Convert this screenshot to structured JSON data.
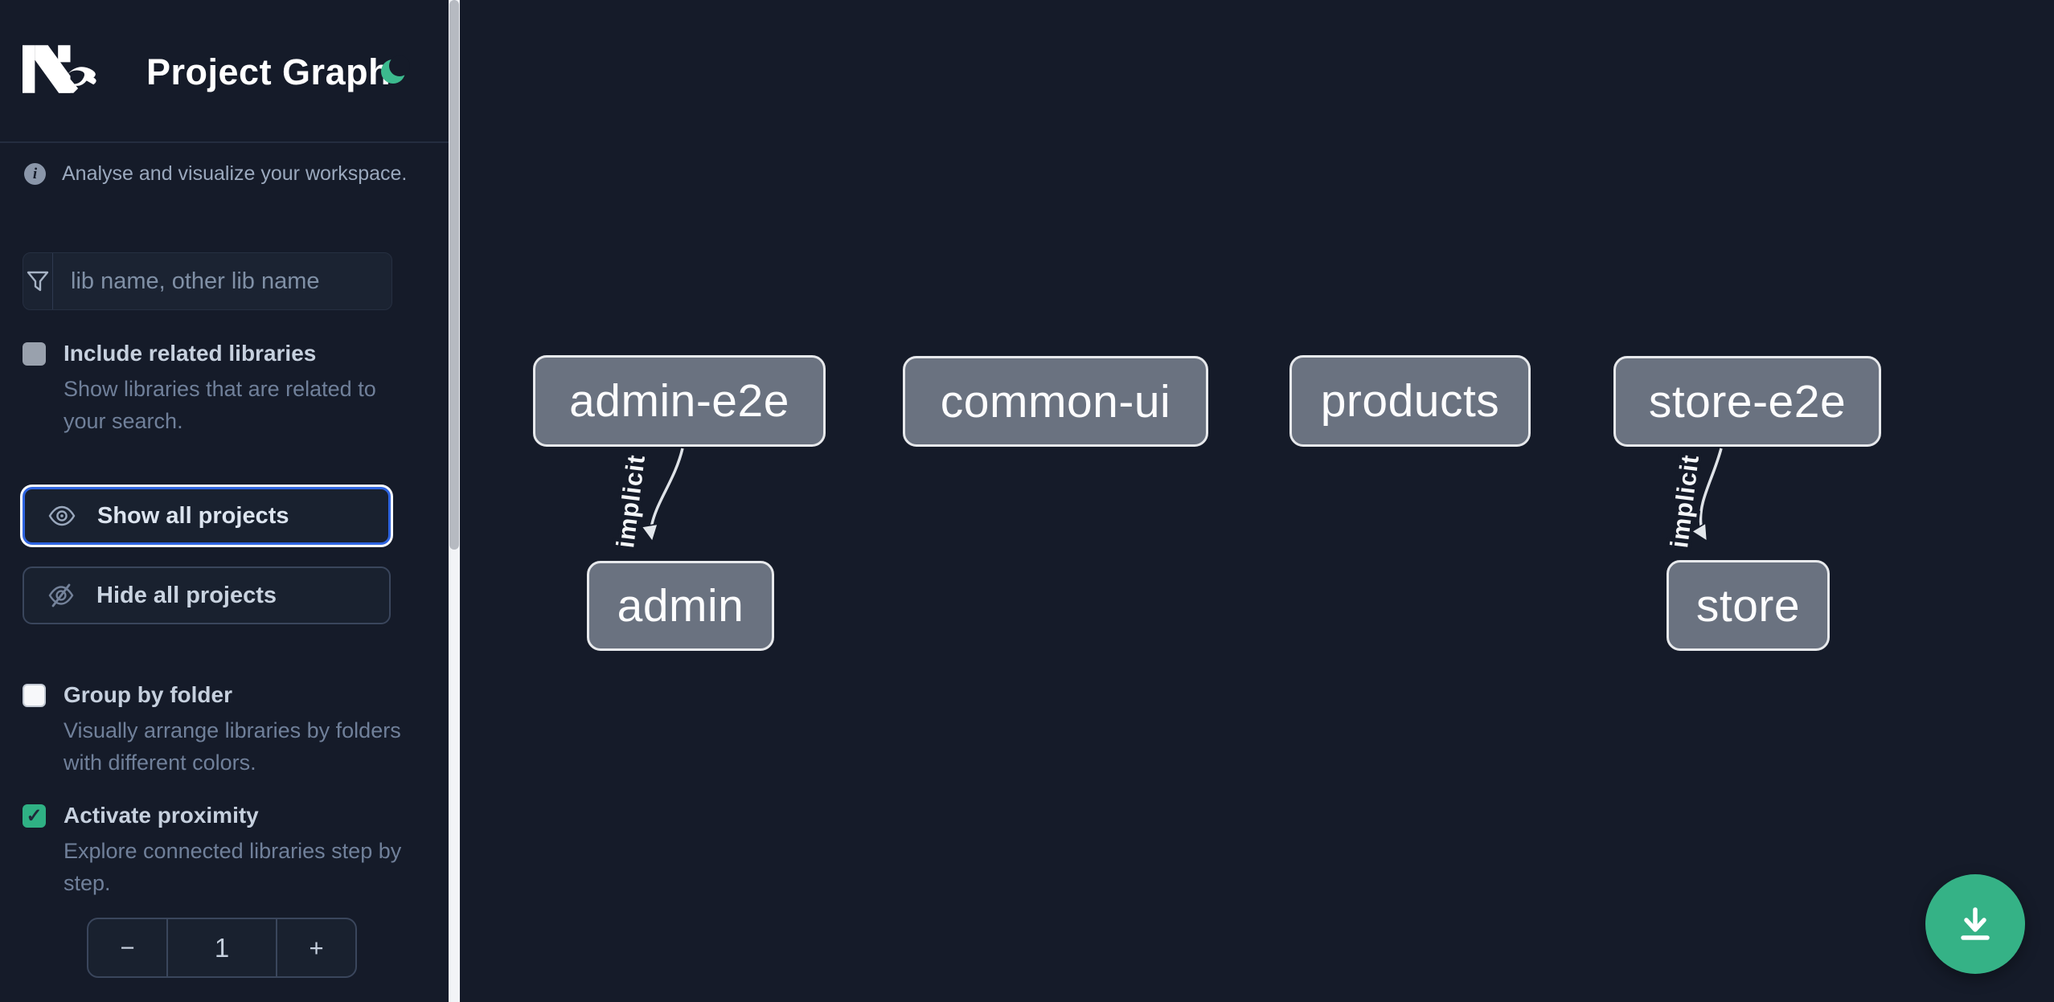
{
  "header": {
    "title": "Project Graph",
    "logo": "nx-logo",
    "theme_toggle_icon": "moon-icon"
  },
  "sidebar": {
    "info_text": "Analyse and visualize your workspace.",
    "filter_input": {
      "placeholder": "lib name, other lib name",
      "value": ""
    },
    "checkboxes": [
      {
        "label": "Include related libraries",
        "description": "Show libraries that are related to your search.",
        "checked": false,
        "enabled": false
      },
      {
        "label": "Group by folder",
        "description": "Visually arrange libraries by folders with different colors.",
        "checked": false,
        "enabled": true
      },
      {
        "label": "Activate proximity",
        "description": "Explore connected libraries step by step.",
        "checked": true,
        "enabled": true,
        "check_glyph": "✓"
      }
    ],
    "actions": [
      {
        "label": "Show all projects",
        "icon": "eye-icon",
        "focused": true
      },
      {
        "label": "Hide all projects",
        "icon": "eye-slash-icon",
        "focused": false
      }
    ],
    "proximity_stepper": {
      "decrement_label": "−",
      "value": "1",
      "increment_label": "+"
    }
  },
  "graph": {
    "nodes": [
      {
        "id": "admin-e2e",
        "label": "admin-e2e"
      },
      {
        "id": "common-ui",
        "label": "common-ui"
      },
      {
        "id": "products",
        "label": "products"
      },
      {
        "id": "store-e2e",
        "label": "store-e2e"
      },
      {
        "id": "admin",
        "label": "admin"
      },
      {
        "id": "store",
        "label": "store"
      }
    ],
    "edges": [
      {
        "source": "admin-e2e",
        "target": "admin",
        "label": "implicit",
        "type": "implicit"
      },
      {
        "source": "store-e2e",
        "target": "store",
        "label": "implicit",
        "type": "implicit"
      }
    ]
  },
  "fab": {
    "icon": "download-icon"
  },
  "colors": {
    "background": "#151b29",
    "accent_green": "#35b286",
    "focus_blue": "#2e64e0",
    "node_fill": "#6a7280",
    "node_border": "#e7e9ec",
    "scrollbar_thumb": "#b6bac1"
  }
}
